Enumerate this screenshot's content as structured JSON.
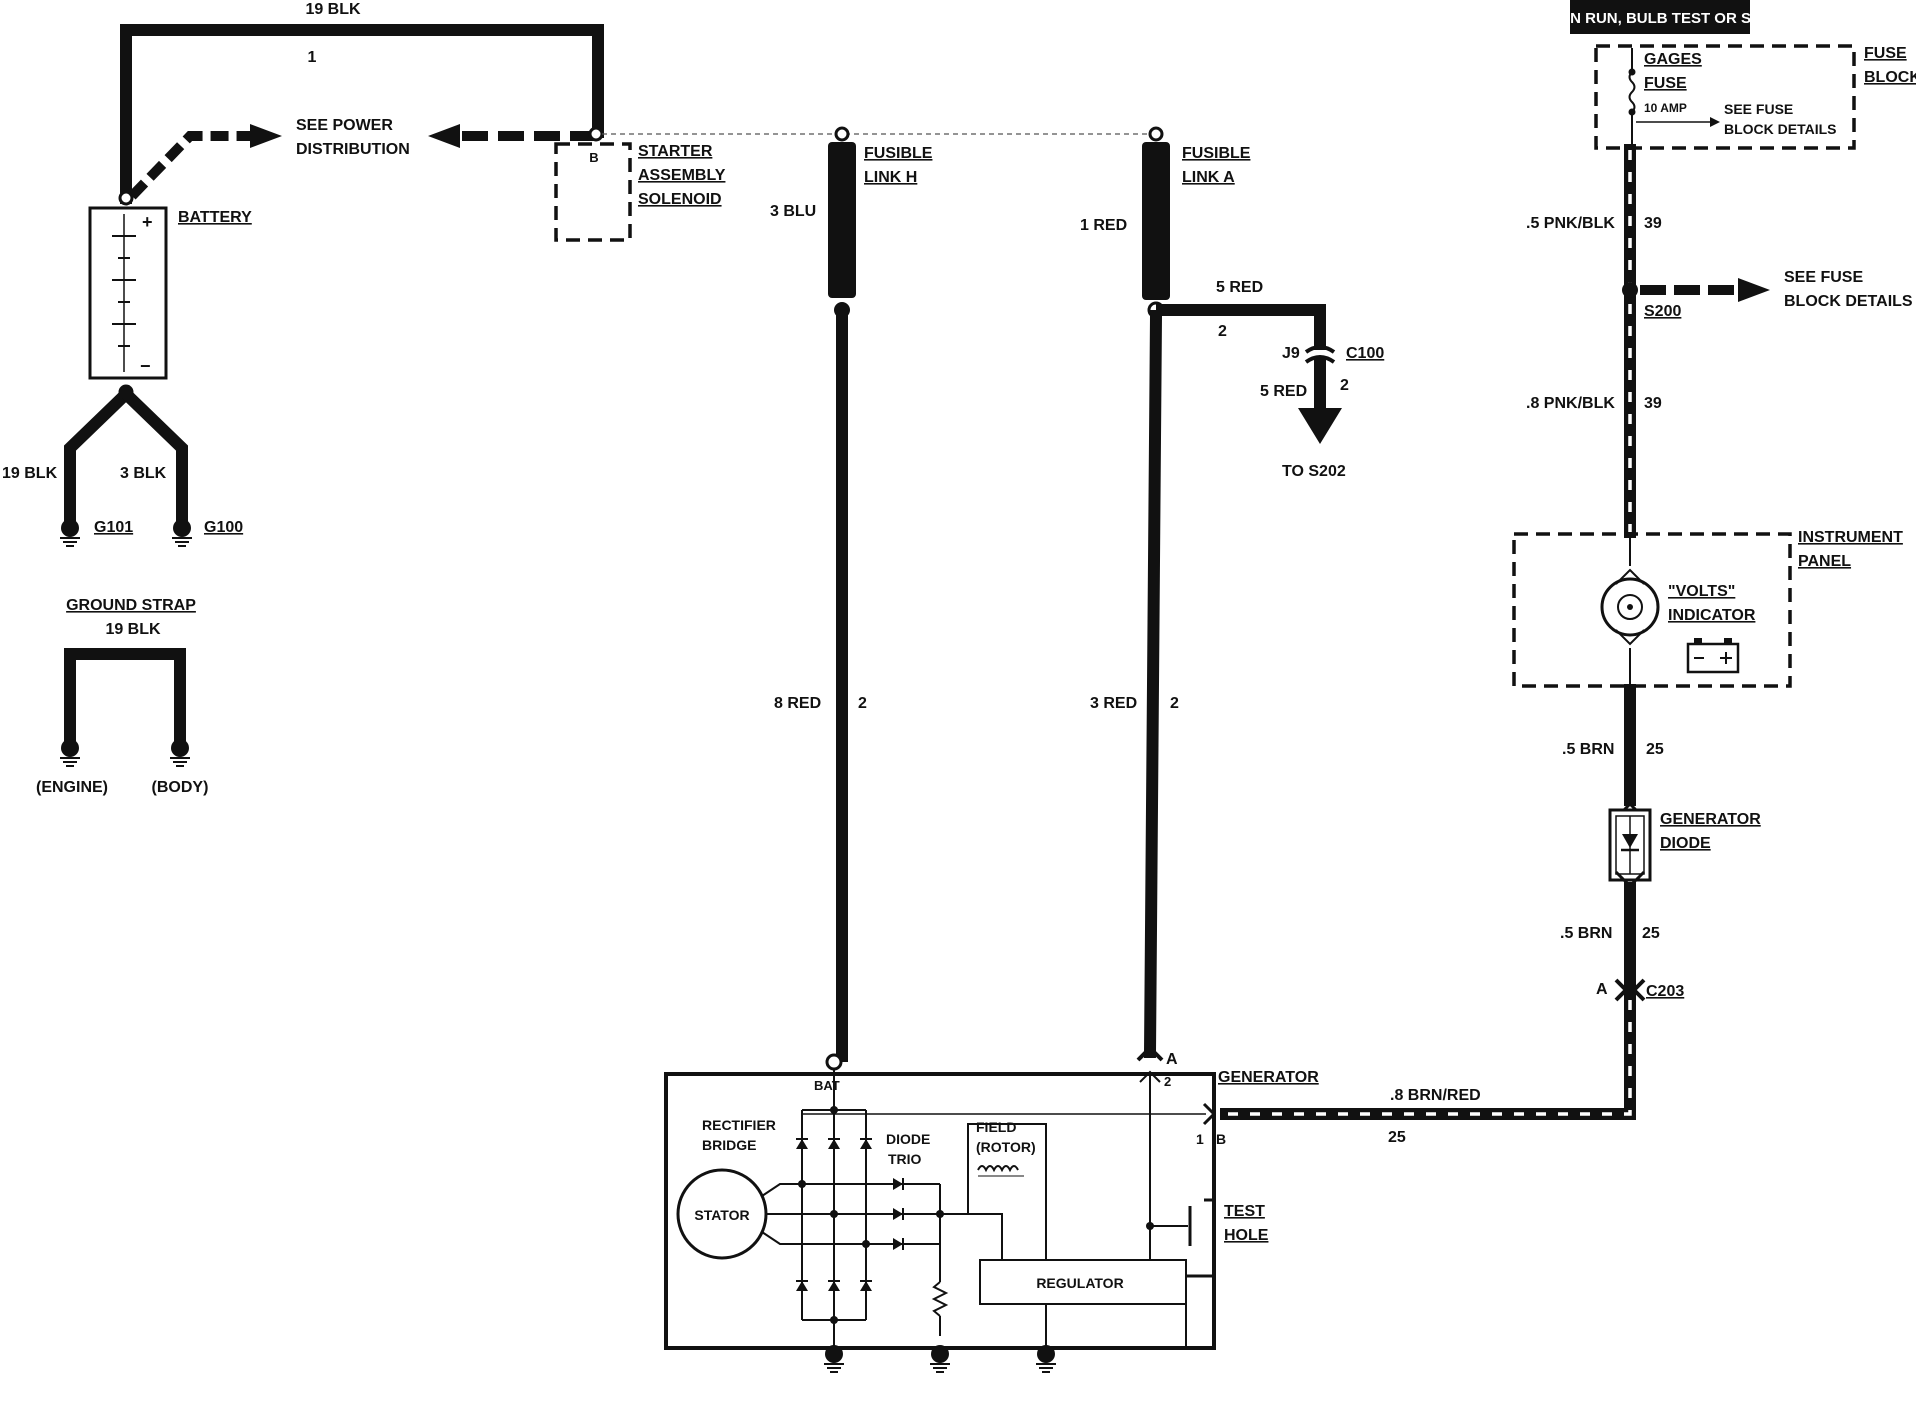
{
  "header": {
    "hot_label": "HOT IN RUN, BULB TEST OR START"
  },
  "top_wire": {
    "label": "19 BLK",
    "circuit": "1"
  },
  "power_dist": {
    "line1": "SEE POWER",
    "line2": "DISTRIBUTION"
  },
  "battery": {
    "label": "BATTERY",
    "plus": "+",
    "minus": "−",
    "left_wire": "19 BLK",
    "right_wire": "3 BLK",
    "ground_left": "G101",
    "ground_right": "G100"
  },
  "ground_strap": {
    "label": "GROUND STRAP",
    "wire": "19 BLK",
    "left": "(ENGINE)",
    "right": "(BODY)"
  },
  "starter": {
    "term": "B",
    "line1": "STARTER",
    "line2": "ASSEMBLY",
    "line3": "SOLENOID"
  },
  "fusible_h": {
    "line1": "FUSIBLE",
    "line2": "LINK H",
    "wire": "3 BLU"
  },
  "fusible_a": {
    "line1": "FUSIBLE",
    "line2": "LINK A",
    "wire": "1 RED"
  },
  "branch_c100": {
    "wire_top": "5 RED",
    "circuit_top": "2",
    "pin": "J9",
    "connector": "C100",
    "wire_bottom": "5 RED",
    "circuit_bottom": "2",
    "to": "TO S202"
  },
  "wire_bat": {
    "label": "8 RED",
    "circuit": "2"
  },
  "wire_a": {
    "label": "3 RED",
    "circuit": "2"
  },
  "fuse_block": {
    "name_line1": "FUSE",
    "name_line2": "BLOCK",
    "fuse_line1": "GAGES",
    "fuse_line2": "FUSE",
    "rating": "10 AMP",
    "details_line1": "SEE FUSE",
    "details_line2": "BLOCK DETAILS"
  },
  "right_wires": {
    "w1_label": ".5 PNK/BLK",
    "w1_circuit": "39",
    "splice": "S200",
    "splice_ref_line1": "SEE FUSE",
    "splice_ref_line2": "BLOCK DETAILS",
    "w2_label": ".8 PNK/BLK",
    "w2_circuit": "39",
    "w3_label": ".5 BRN",
    "w3_circuit": "25",
    "w4_label": ".5 BRN",
    "w4_circuit": "25",
    "conn_pin": "A",
    "connector": "C203",
    "w5_label": ".8 BRN/RED",
    "w5_circuit": "25"
  },
  "instrument_panel": {
    "name_line1": "INSTRUMENT",
    "name_line2": "PANEL",
    "ind_line1": "\"VOLTS\"",
    "ind_line2": "INDICATOR"
  },
  "gen_diode": {
    "line1": "GENERATOR",
    "line2": "DIODE"
  },
  "generator": {
    "label": "GENERATOR",
    "bat_term": "BAT",
    "term_a": "A",
    "term_2": "2",
    "term_1": "1",
    "term_b": "B",
    "rect_line1": "RECTIFIER",
    "rect_line2": "BRIDGE",
    "diode_line1": "DIODE",
    "diode_line2": "TRIO",
    "field_line1": "FIELD",
    "field_line2": "(ROTOR)",
    "stator": "STATOR",
    "regulator": "REGULATOR",
    "test_line1": "TEST",
    "test_line2": "HOLE"
  }
}
